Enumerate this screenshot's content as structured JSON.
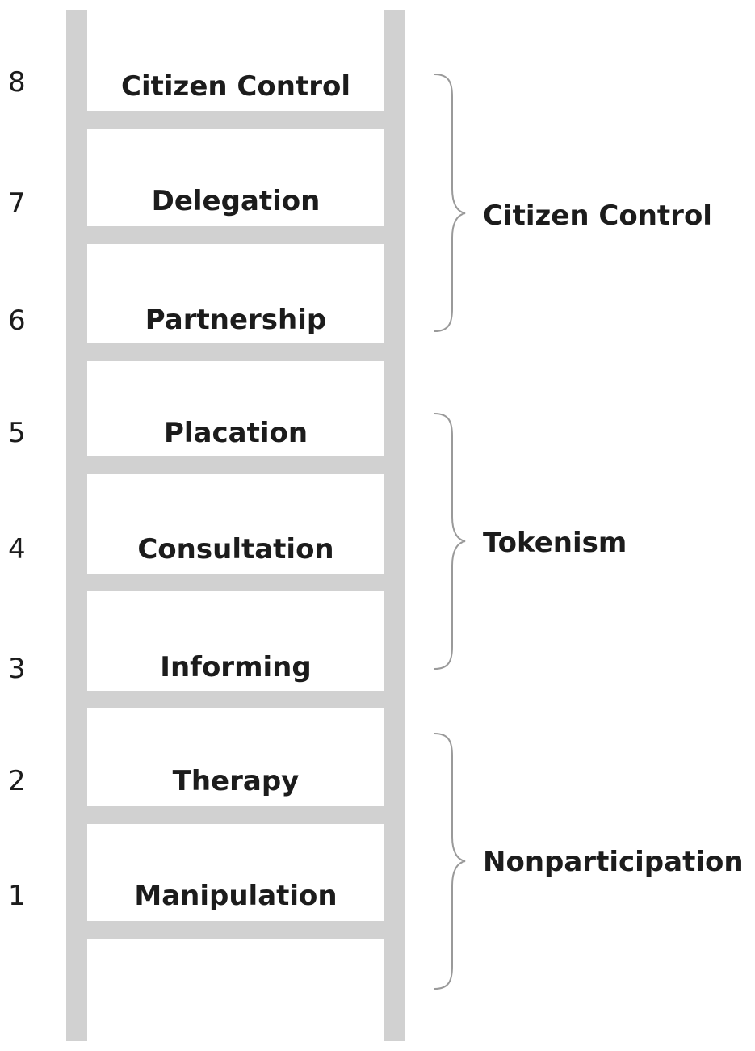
{
  "ladder": {
    "steps": [
      {
        "number": "8",
        "label": "Citizen Control"
      },
      {
        "number": "7",
        "label": "Delegation"
      },
      {
        "number": "6",
        "label": "Partnership"
      },
      {
        "number": "5",
        "label": "Placation"
      },
      {
        "number": "4",
        "label": "Consultation"
      },
      {
        "number": "3",
        "label": "Informing"
      },
      {
        "number": "2",
        "label": "Therapy"
      },
      {
        "number": "1",
        "label": "Manipulation"
      }
    ]
  },
  "groups": [
    {
      "label": "Citizen Control",
      "steps": [
        "8",
        "7",
        "6"
      ]
    },
    {
      "label": "Tokenism",
      "steps": [
        "5",
        "4",
        "3"
      ]
    },
    {
      "label": "Nonparticipation",
      "steps": [
        "2",
        "1"
      ]
    }
  ],
  "colors": {
    "ladder": "#d1d1d1",
    "text": "#1c1c1c",
    "brace": "#9a9a9a"
  }
}
